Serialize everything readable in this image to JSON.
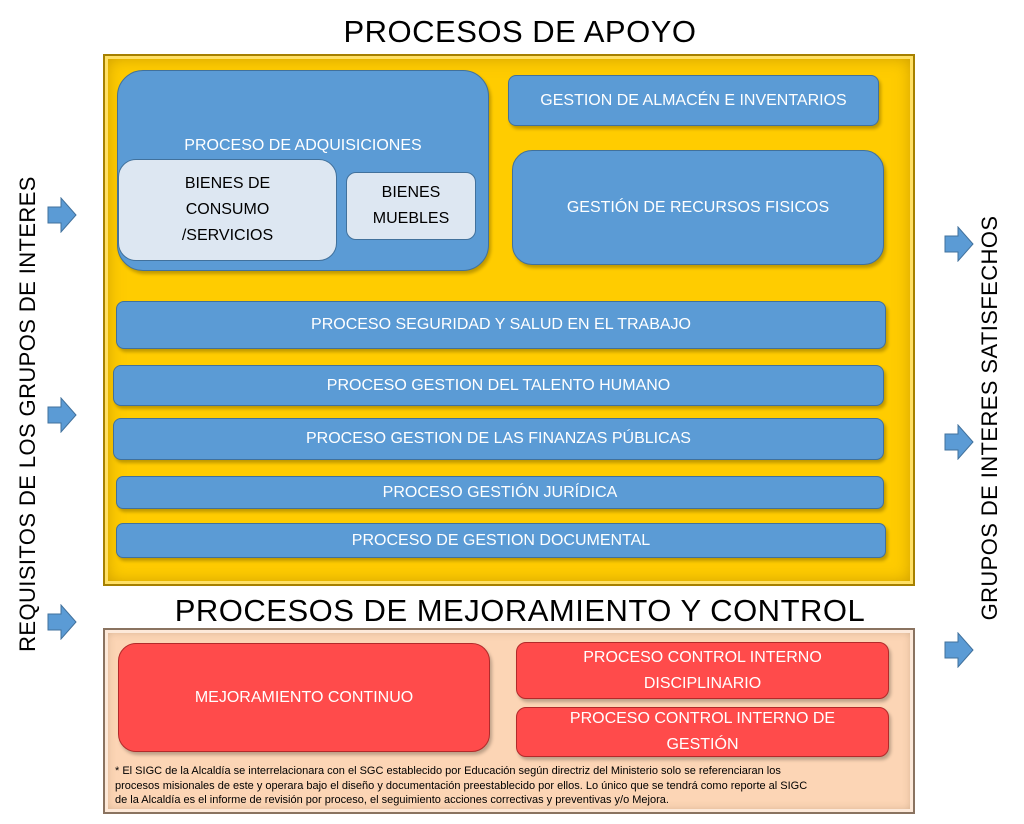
{
  "titles": {
    "apoyo": "PROCESOS DE APOYO",
    "mejora": "PROCESOS DE MEJORAMIENTO Y CONTROL"
  },
  "side_labels": {
    "left": "REQUISITOS DE LOS  GRUPOS DE INTERES",
    "right": "GRUPOS DE INTERES SATISFECHOS"
  },
  "apoyo": {
    "adquisiciones": "PROCESO DE ADQUISICIONES",
    "bienes_consumo": [
      "BIENES DE",
      "CONSUMO",
      "/SERVICIOS"
    ],
    "bienes_muebles": [
      "BIENES",
      "MUEBLES"
    ],
    "almacen": "GESTION DE ALMACÉN E INVENTARIOS",
    "recursos_fisicos": "GESTIÓN DE RECURSOS FISICOS",
    "seguridad": "PROCESO SEGURIDAD Y SALUD EN EL TRABAJO",
    "talento": "PROCESO GESTION DEL TALENTO HUMANO",
    "finanzas": "PROCESO GESTION  DE LAS FINANZAS PÚBLICAS",
    "juridica": "PROCESO  GESTIÓN JURÍDICA",
    "documental": "PROCESO DE GESTION DOCUMENTAL"
  },
  "mejora": {
    "mejoramiento": "MEJORAMIENTO CONTINUO",
    "control_disciplinario": [
      "PROCESO CONTROL INTERNO",
      "DISCIPLINARIO"
    ],
    "control_gestion": [
      "PROCESO CONTROL INTERNO  DE",
      "GESTIÓN"
    ]
  },
  "footnote": [
    "* El SIGC de la Alcaldía se interrelacionara con el SGC establecido por Educación según  directriz del Ministerio solo se referenciaran los",
    "procesos misionales de este y operara bajo el diseño y documentación preestablecido por ellos. Lo único que se tendrá como reporte al SIGC",
    "de la Alcaldía es el informe de revisión por proceso, el seguimiento acciones correctivas y preventivas y/o Mejora."
  ],
  "colors": {
    "support_frame": "#ffcc00",
    "process_blue": "#5b9bd5",
    "light_blue": "#dde7f2",
    "control_frame": "#fcd5b5",
    "control_red": "#ff4b4b",
    "arrow_blue": "#5b9bd5"
  },
  "icons": {
    "arrow": "right-arrow-icon"
  }
}
